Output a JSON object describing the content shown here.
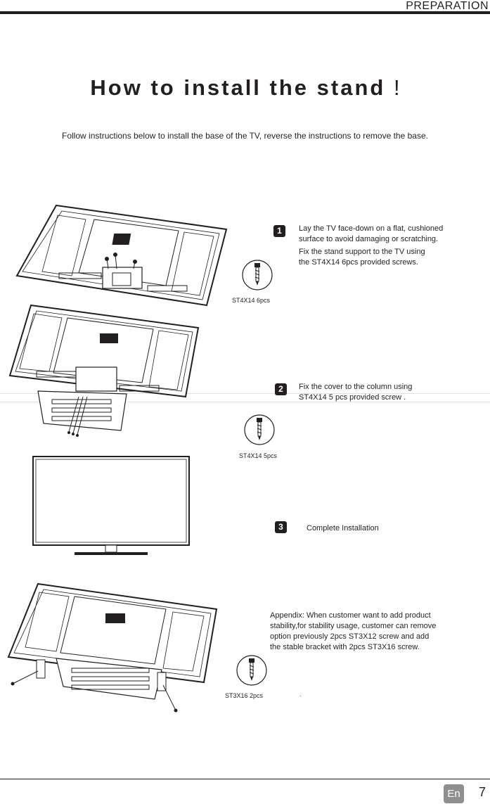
{
  "header": {
    "section": "PREPARATION"
  },
  "title": {
    "main": "How to install the stand",
    "mark": "!"
  },
  "intro": "Follow instructions below to install the base of the TV, reverse the instructions to remove the base.",
  "steps": [
    {
      "number": "1",
      "lines": [
        "Lay the TV face-down on a flat, cushioned",
        "surface to avoid damaging or scratching.",
        "Fix the stand support to the TV using",
        "the ST4X14 6pcs provided screws."
      ],
      "screw_label": "ST4X14  6pcs"
    },
    {
      "number": "2",
      "lines": [
        "Fix the cover to the column using",
        "ST4X14 5 pcs provided screw ."
      ],
      "screw_label": "ST4X14  5pcs"
    },
    {
      "number": "3",
      "lines": [
        "Complete Installation"
      ]
    }
  ],
  "appendix": {
    "lines": [
      "Appendix: When customer want to add product",
      "stability,for stability usage, customer can remove",
      "option previously 2pcs ST3X12 screw and add",
      "the stable bracket with 2pcs ST3X16 screw."
    ],
    "screw_label": "ST3X16  2pcs",
    "trailing_dot": "."
  },
  "footer": {
    "language": "En",
    "page": "7"
  }
}
